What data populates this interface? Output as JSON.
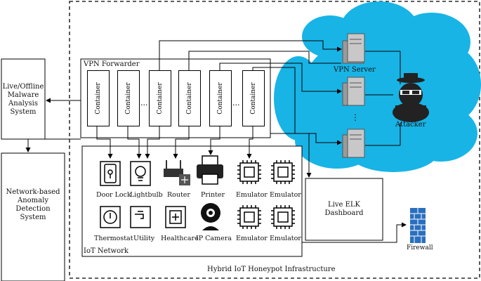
{
  "infrastructure_label": "Hybrid IoT Honeypot Infrastructure",
  "malware_system": {
    "lines": [
      "Live/Offline",
      "Malware",
      "Analysis",
      "System"
    ]
  },
  "anomaly_system": {
    "lines": [
      "Network-based",
      "Anomaly",
      "Detection",
      "System"
    ]
  },
  "vpn_forwarder": {
    "title": "VPN Forwarder",
    "container_label": "Container",
    "ellipsis": "..."
  },
  "iot_network": {
    "title": "IoT Network",
    "row1": [
      "Door Lock",
      "Lightbulb",
      "Router",
      "Printer",
      "Emulator",
      "Emulator"
    ],
    "row2": [
      "Thermostat",
      "Utility",
      "Healthcare",
      "IP Camera",
      "Emulator",
      "Emulator"
    ]
  },
  "elk": {
    "lines": [
      "Live ELK",
      "Dashboard"
    ]
  },
  "cloud": {
    "vpn_server": "VPN Server",
    "attacker": "Attacker",
    "ellipsis": "⋮"
  },
  "firewall": "Firewall",
  "colors": {
    "cloud": "#18b4e6",
    "server": "#9a9a9a",
    "wall": "#2a6fbf"
  }
}
